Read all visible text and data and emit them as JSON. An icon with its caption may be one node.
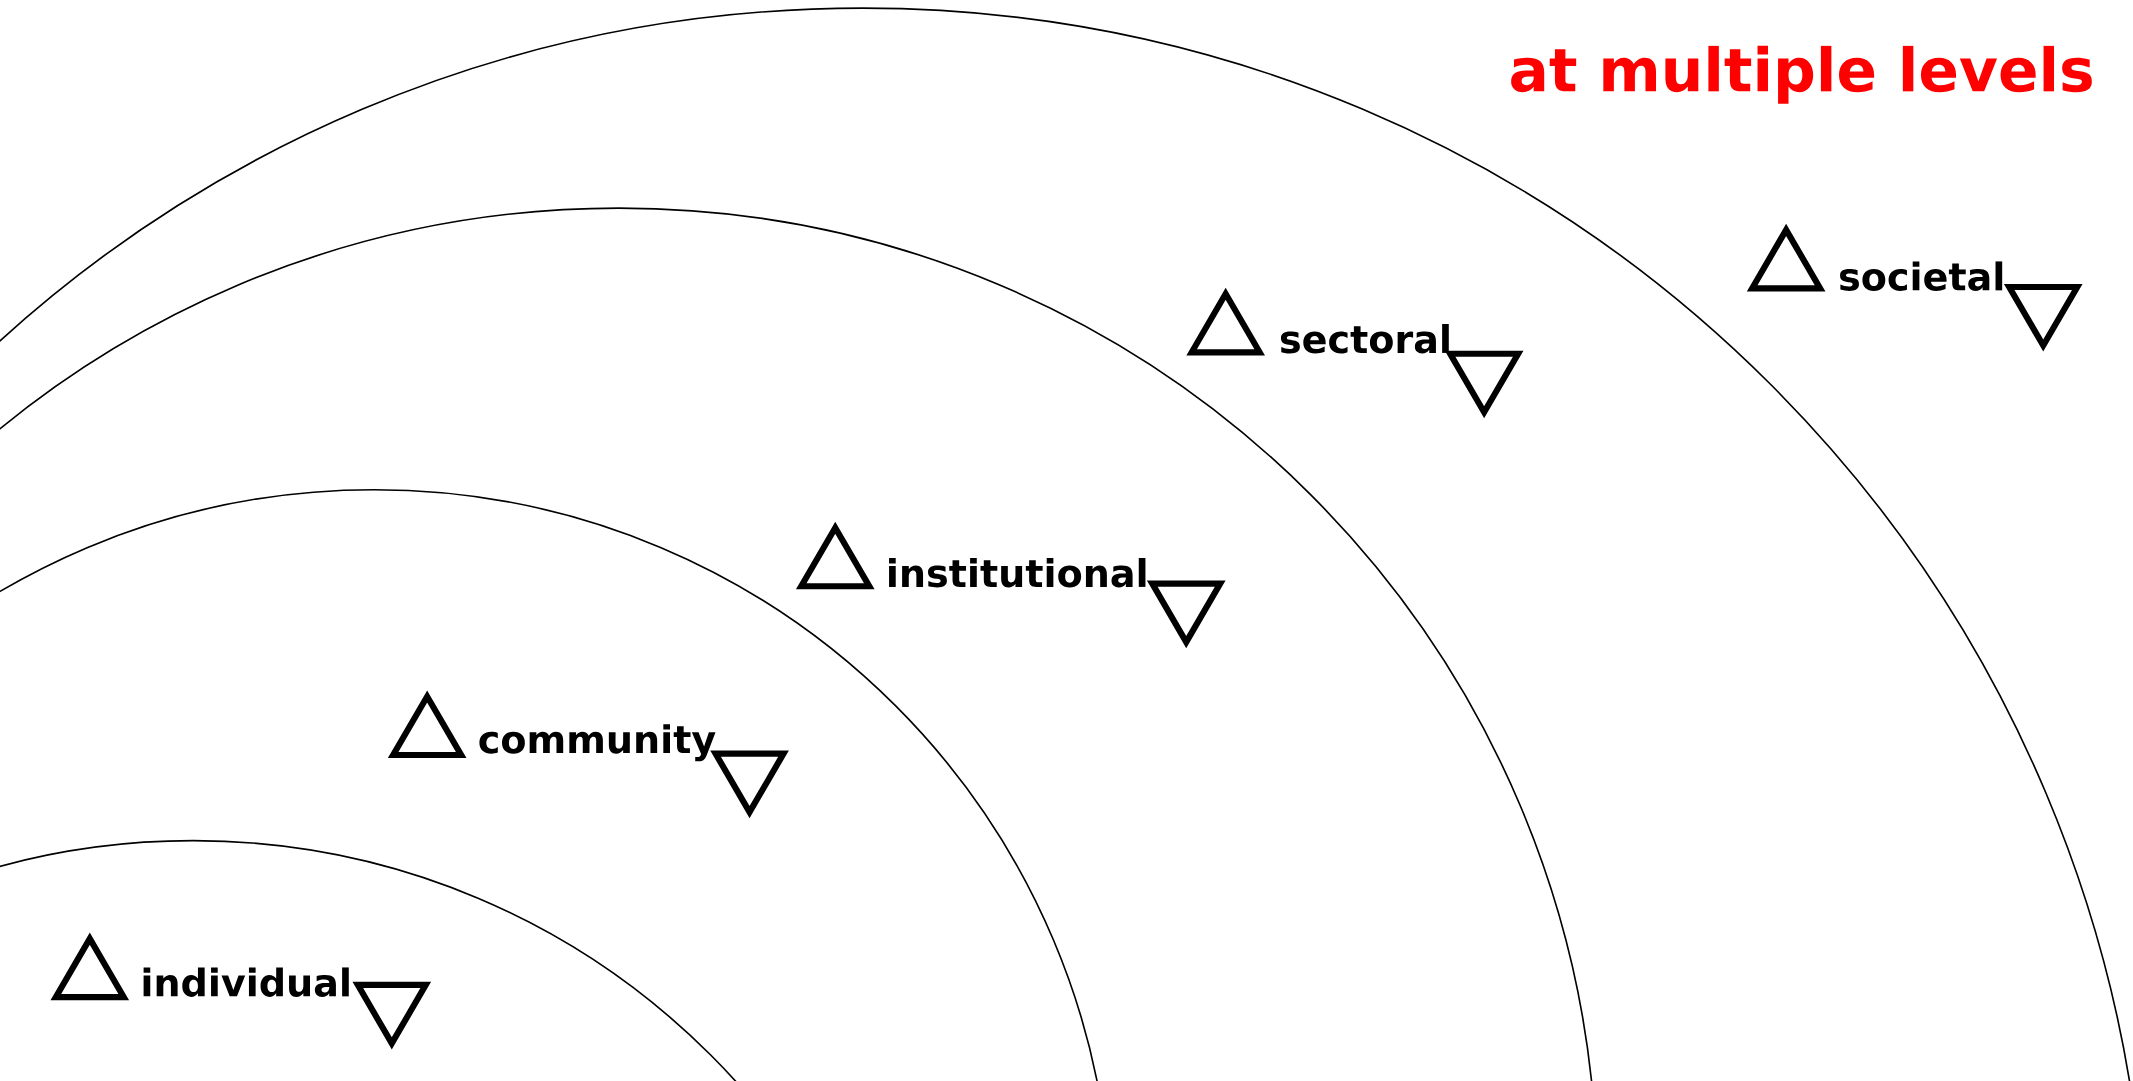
{
  "diagram": {
    "title": "at multiple levels",
    "labels": [
      "societal",
      "sectoral",
      "institutional",
      "community",
      "individual"
    ]
  }
}
